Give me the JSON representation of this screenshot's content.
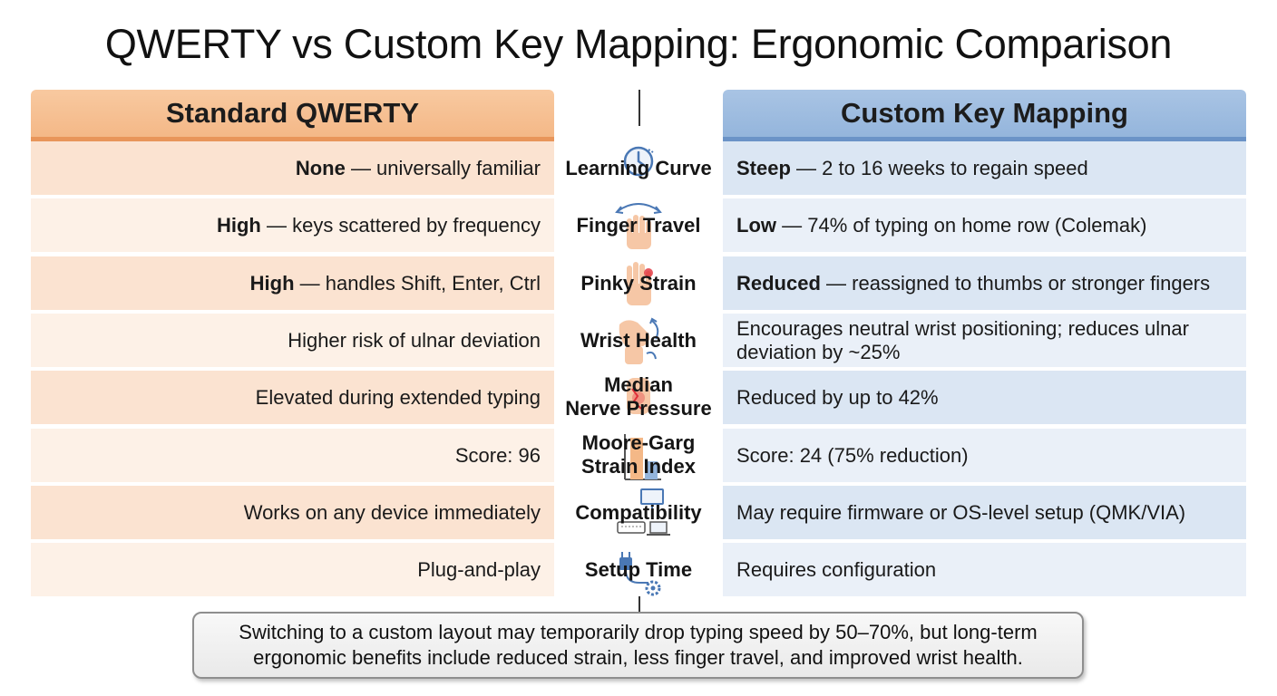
{
  "title": "QWERTY vs Custom Key Mapping: Ergonomic Comparison",
  "columns": {
    "left": "Standard QWERTY",
    "right": "Custom Key Mapping"
  },
  "rows": [
    {
      "category": [
        "Learning Curve"
      ],
      "icon": "clock-icon",
      "left_bold": "None",
      "left_rest": " — universally familiar",
      "right_bold": "Steep",
      "right_rest": " — 2 to 16 weeks to regain speed"
    },
    {
      "category": [
        "Finger Travel"
      ],
      "icon": "hand-arrow-icon",
      "left_bold": "High",
      "left_rest": " — keys scattered by frequency",
      "right_bold": "Low",
      "right_rest": " — 74% of typing on home row (Colemak)"
    },
    {
      "category": [
        "Pinky Strain"
      ],
      "icon": "hand-pinky-icon",
      "left_bold": "High",
      "left_rest": " — handles Shift, Enter, Ctrl",
      "right_bold": "Reduced",
      "right_rest": " — reassigned to thumbs or stronger fingers"
    },
    {
      "category": [
        "Wrist Health"
      ],
      "icon": "wrist-icon",
      "left_bold": "",
      "left_rest": "Higher risk of ulnar deviation",
      "right_bold": "",
      "right_rest": "Encourages neutral wrist positioning; reduces ulnar deviation by ~25%"
    },
    {
      "category": [
        "Median",
        "Nerve Pressure"
      ],
      "icon": "nerve-icon",
      "left_bold": "",
      "left_rest": "Elevated during extended typing",
      "right_bold": "",
      "right_rest": "Reduced by up to 42%"
    },
    {
      "category": [
        "Moore-Garg",
        "Strain Index"
      ],
      "icon": "bar-chart-icon",
      "left_bold": "",
      "left_rest": "Score: 96",
      "right_bold": "",
      "right_rest": "Score: 24 (75% reduction)"
    },
    {
      "category": [
        "Compatibility"
      ],
      "icon": "devices-icon",
      "left_bold": "",
      "left_rest": "Works on any device immediately",
      "right_bold": "",
      "right_rest": "May require firmware or OS-level setup (QMK/VIA)"
    },
    {
      "category": [
        "Setup Time"
      ],
      "icon": "plug-gear-icon",
      "left_bold": "",
      "left_rest": "Plug-and-play",
      "right_bold": "",
      "right_rest": "Requires configuration"
    }
  ],
  "colors": {
    "qwerty_header": "#f4b887",
    "custom_header": "#94b5dc",
    "qwerty_accent": "#e8955a",
    "custom_accent": "#6b93c7"
  },
  "note": "Switching to a custom layout may temporarily drop typing speed by 50–70%, but long-term ergonomic benefits include reduced strain, less finger travel, and improved wrist health."
}
